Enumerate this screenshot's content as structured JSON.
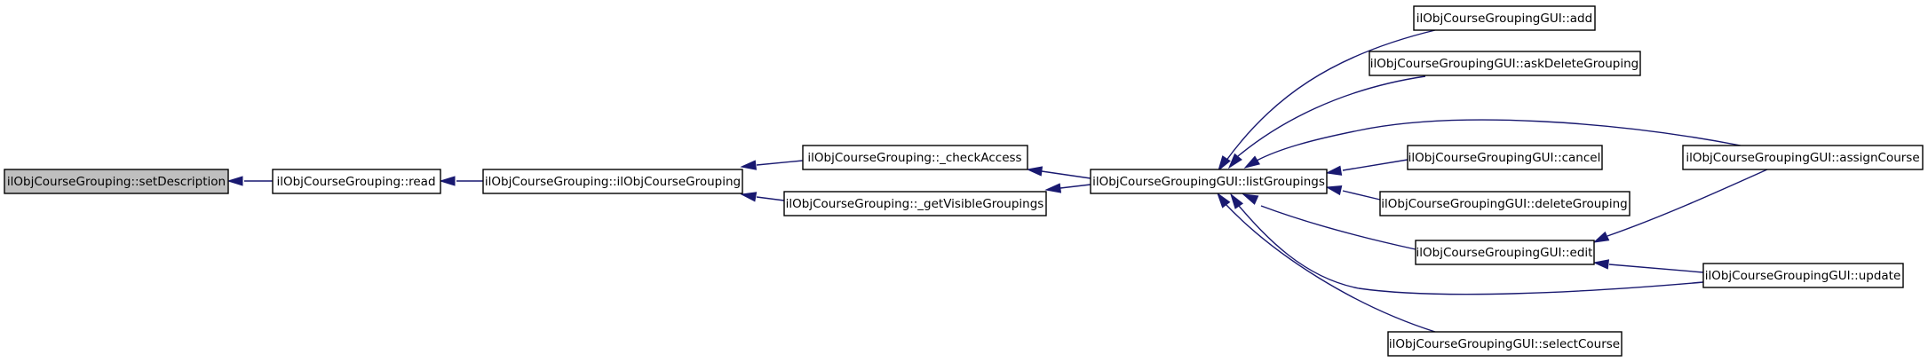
{
  "nodes": [
    {
      "id": "n0",
      "name": "node-setdescription",
      "label": "ilObjCourseGrouping::setDescription",
      "root": true
    },
    {
      "id": "n1",
      "name": "node-read",
      "label": "ilObjCourseGrouping::read"
    },
    {
      "id": "n2",
      "name": "node-constructor",
      "label": "ilObjCourseGrouping::ilObjCourseGrouping"
    },
    {
      "id": "n3",
      "name": "node-checkaccess",
      "label": "ilObjCourseGrouping::_checkAccess"
    },
    {
      "id": "n4",
      "name": "node-getvisiblegroupings",
      "label": "ilObjCourseGrouping::_getVisibleGroupings"
    },
    {
      "id": "n5",
      "name": "node-listgroupings",
      "label": "ilObjCourseGroupingGUI::listGroupings"
    },
    {
      "id": "n6",
      "name": "node-add",
      "label": "ilObjCourseGroupingGUI::add"
    },
    {
      "id": "n7",
      "name": "node-askdeletegrouping",
      "label": "ilObjCourseGroupingGUI::askDeleteGrouping"
    },
    {
      "id": "n8",
      "name": "node-cancel",
      "label": "ilObjCourseGroupingGUI::cancel"
    },
    {
      "id": "n9",
      "name": "node-deletegrouping",
      "label": "ilObjCourseGroupingGUI::deleteGrouping"
    },
    {
      "id": "n10",
      "name": "node-edit",
      "label": "ilObjCourseGroupingGUI::edit"
    },
    {
      "id": "n11",
      "name": "node-selectcourse",
      "label": "ilObjCourseGroupingGUI::selectCourse"
    },
    {
      "id": "n12",
      "name": "node-assigncourse",
      "label": "ilObjCourseGroupingGUI::assignCourse"
    },
    {
      "id": "n13",
      "name": "node-update",
      "label": "ilObjCourseGroupingGUI::update"
    }
  ],
  "edges": [
    {
      "from": "n1",
      "to": "n0"
    },
    {
      "from": "n2",
      "to": "n1"
    },
    {
      "from": "n3",
      "to": "n2"
    },
    {
      "from": "n4",
      "to": "n2"
    },
    {
      "from": "n5",
      "to": "n3"
    },
    {
      "from": "n5",
      "to": "n4"
    },
    {
      "from": "n6",
      "to": "n5"
    },
    {
      "from": "n7",
      "to": "n5"
    },
    {
      "from": "n12",
      "to": "n5"
    },
    {
      "from": "n8",
      "to": "n5"
    },
    {
      "from": "n9",
      "to": "n5"
    },
    {
      "from": "n10",
      "to": "n5"
    },
    {
      "from": "n13",
      "to": "n5"
    },
    {
      "from": "n11",
      "to": "n5"
    },
    {
      "from": "n12",
      "to": "n10"
    },
    {
      "from": "n13",
      "to": "n10"
    }
  ],
  "colors": {
    "edge": "#191970",
    "root_fill": "#bfbfbf",
    "node_fill": "#ffffff",
    "node_border": "#000000"
  }
}
